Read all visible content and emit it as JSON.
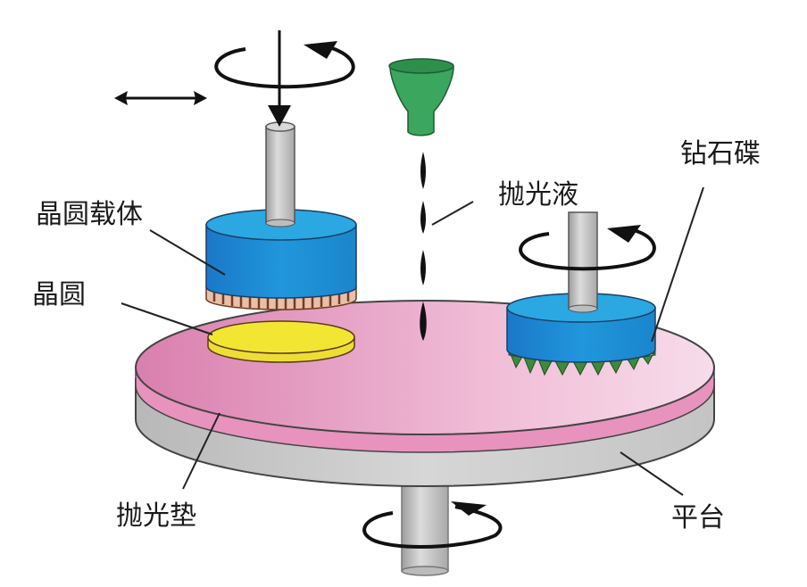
{
  "diagram": {
    "title": "CMP polishing schematic",
    "labels": {
      "wafer_carrier": "晶圆载体",
      "wafer": "晶圆",
      "slurry": "抛光液",
      "diamond_disk": "钻石碟",
      "polishing_pad": "抛光垫",
      "platen": "平台"
    },
    "colors": {
      "carrier_blue": "#1e90d6",
      "carrier_top": "#2fa8e4",
      "wafer_yellow": "#f0e030",
      "pad_pink": "#e89ac0",
      "pad_top": "#f2c4dc",
      "platen_gray": "#cfcfcf",
      "shaft_gray": "#bdbdbd",
      "nozzle_green": "#3aa660",
      "diamond_green": "#3d8a3a",
      "slurry_drop": "#111111"
    },
    "icons": {
      "horizontal_motion": "double-arrow-icon",
      "downward_force": "down-arrow-icon",
      "rotation": "rotation-arrow-icon"
    }
  }
}
